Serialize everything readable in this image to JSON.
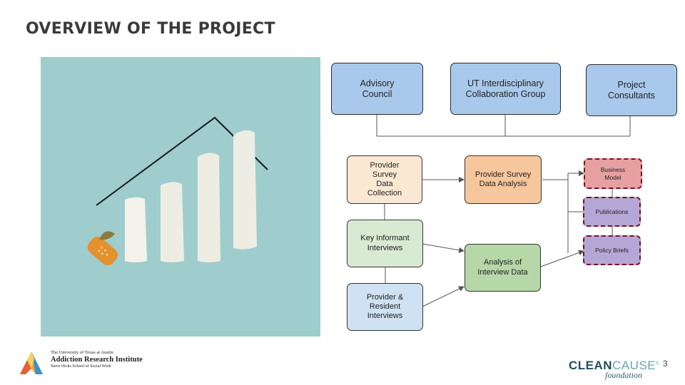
{
  "slide": {
    "title": "OVERVIEW OF THE PROJECT",
    "page_number": "3"
  },
  "colors": {
    "illustration_bg": "#9fcdcd",
    "bars": "#f4f2ea",
    "advisory_box": "#a9c9ec",
    "provider_survey_collection": "#fbe8d2",
    "provider_survey_analysis": "#f6c79c",
    "key_informant": "#d9ead3",
    "provider_resident": "#cfe2f3",
    "interview_analysis": "#b6d7a8",
    "business_model": "#e6a0a0",
    "outputs": "#b4a7d6"
  },
  "diagram": {
    "top_nodes": [
      {
        "id": "advisory",
        "label": "Advisory Council"
      },
      {
        "id": "ut-group",
        "label": "UT Interdisciplinary Collaboration Group"
      },
      {
        "id": "consultants",
        "label": "Project Consultants"
      }
    ],
    "process_nodes": [
      {
        "id": "survey-collection",
        "label": "Provider Survey Data Collection"
      },
      {
        "id": "survey-analysis",
        "label": "Provider Survey Data Analysis"
      },
      {
        "id": "key-informant",
        "label": "Key Informant Interviews"
      },
      {
        "id": "interview-analysis",
        "label": "Analysis of Interview Data"
      },
      {
        "id": "provider-resident",
        "label": "Provider & Resident Interviews"
      }
    ],
    "output_nodes": [
      {
        "id": "business-model",
        "label": "Business Model"
      },
      {
        "id": "publications",
        "label": "Publications"
      },
      {
        "id": "policy-briefs",
        "label": "Policy Briefs"
      }
    ]
  },
  "footer": {
    "university_line1": "The University of Texas at Austin",
    "university_line2": "Addiction Research Institute",
    "university_line3": "Steve Hicks School of Social Work",
    "partner_clean": "CLEAN",
    "partner_cause": "CAUSE",
    "partner_tm": "®",
    "partner_sub": "foundation"
  }
}
